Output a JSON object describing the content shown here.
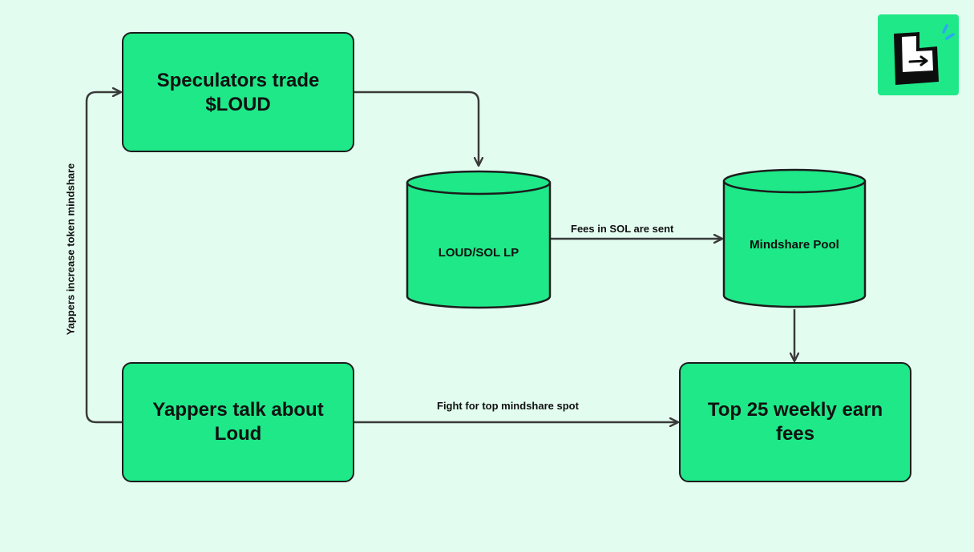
{
  "nodes": {
    "speculators": "Speculators trade $LOUD",
    "loud_sol_lp": "LOUD/SOL LP",
    "mindshare_pool": "Mindshare Pool",
    "yappers": "Yappers talk about Loud",
    "top25": "Top 25 weekly earn fees"
  },
  "edges": {
    "lp_to_pool": "Fees in SOL are sent",
    "yappers_to_top25": "Fight for top mindshare spot",
    "yappers_to_speculators": "Yappers increase token mindshare"
  },
  "colors": {
    "background": "#E3FCF0",
    "node_fill": "#1EE888",
    "stroke": "#1c1c1c"
  },
  "logo": {
    "icon": "arrow-box-icon"
  }
}
